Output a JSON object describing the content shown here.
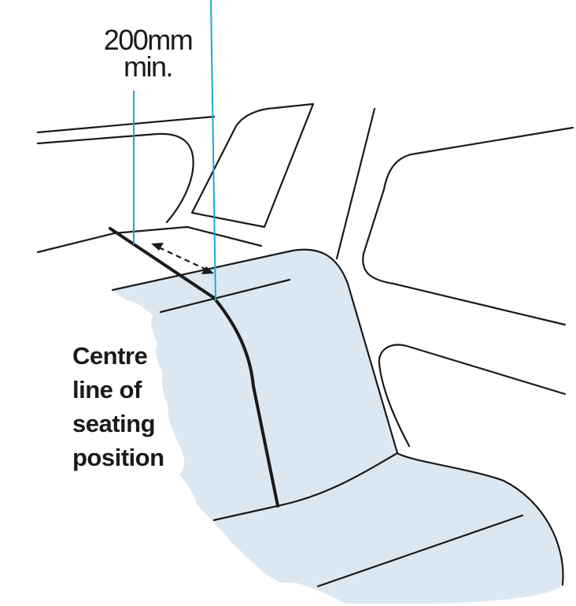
{
  "labels": {
    "measurement": {
      "line1": "200mm",
      "line2": "min."
    },
    "centre_line": {
      "line1": "Centre",
      "line2": "line of",
      "line3": "seating",
      "line4": "position"
    }
  },
  "colors": {
    "seat_fill": "#dce8f1",
    "outline": "#1a1a1a",
    "guide_line": "#1ba8d6"
  }
}
